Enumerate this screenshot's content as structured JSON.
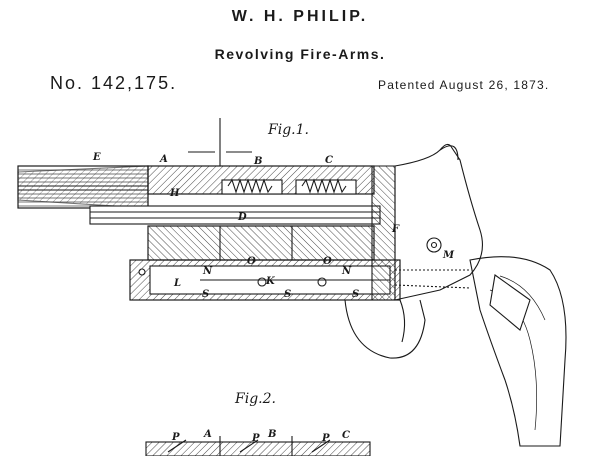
{
  "header": {
    "inventor": "W. H. PHILIP.",
    "title": "Revolving Fire-Arms.",
    "patent_number": "No. 142,175.",
    "patent_date": "Patented August 26, 1873."
  },
  "figures": {
    "fig1_caption": "Fig.1.",
    "fig2_caption": "Fig.2."
  },
  "fig1_labels": {
    "E": "E",
    "A": "A",
    "B": "B",
    "C": "C",
    "H": "H",
    "D": "D",
    "F": "F",
    "M": "M",
    "L": "L",
    "O1": "O",
    "O2": "O",
    "N1": "N",
    "N2": "N",
    "K": "K",
    "S1": "S",
    "S2": "S",
    "S3": "S"
  },
  "fig2_labels": {
    "P1": "P",
    "A": "A",
    "P2": "P",
    "B": "B",
    "P3": "P",
    "C": "C"
  },
  "colors": {
    "ink": "#1a1a1a",
    "paper": "#ffffff"
  }
}
